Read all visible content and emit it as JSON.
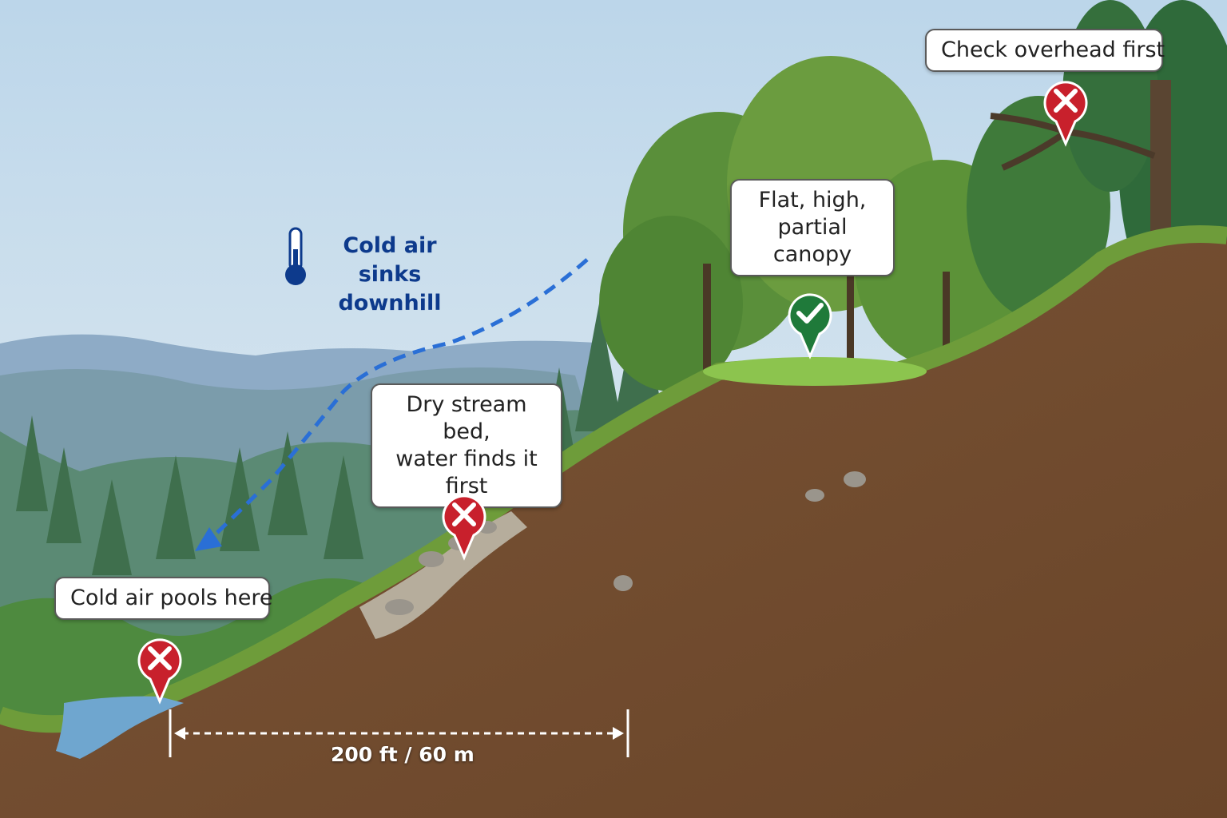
{
  "annotation": {
    "cold_air_sinks": "Cold air sinks\ndownhill",
    "icon": "thermometer-icon"
  },
  "callouts": {
    "cold_air_pools": {
      "text": "Cold air pools here",
      "status": "bad",
      "icon": "x-mark-icon"
    },
    "dry_stream_bed": {
      "text": "Dry stream bed,\nwater finds it first",
      "status": "bad",
      "icon": "x-mark-icon"
    },
    "flat_high_canopy": {
      "text": "Flat, high,\npartial canopy",
      "status": "good",
      "icon": "check-mark-icon"
    },
    "check_overhead": {
      "text": "Check overhead first",
      "status": "bad",
      "icon": "x-mark-icon"
    }
  },
  "distance": {
    "label": "200 ft / 60 m"
  },
  "colors": {
    "bad": "#c8202c",
    "good": "#1f7a3a",
    "annotation_text": "#0d3a8c",
    "arrow": "#2a6fd6"
  }
}
